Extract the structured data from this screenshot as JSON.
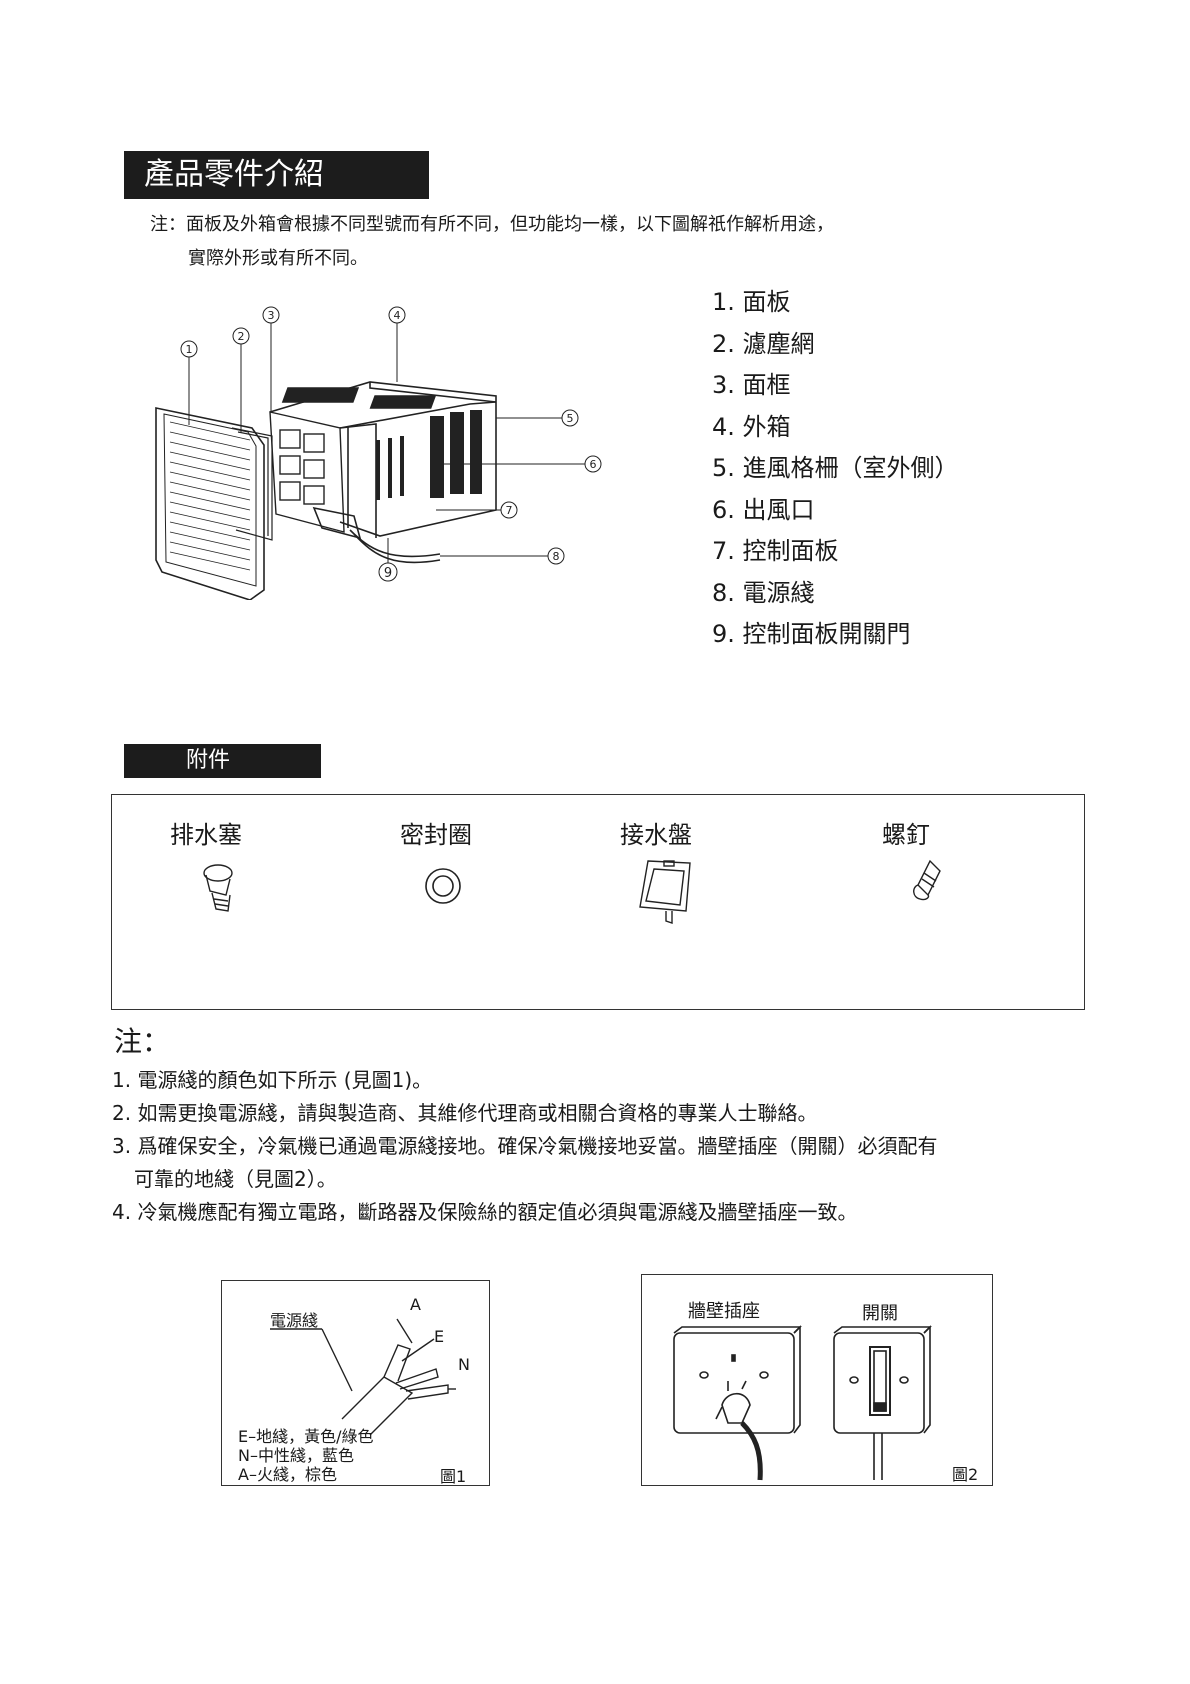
{
  "section1": {
    "title": "產品零件介紹",
    "note_line1": "注：面板及外箱會根據不同型號而有所不同，但功能均一樣，以下圖解祇作解析用途，",
    "note_line2": "實際外形或有所不同。"
  },
  "callouts": [
    "1",
    "2",
    "3",
    "4",
    "5",
    "6",
    "7",
    "8",
    "9"
  ],
  "parts": [
    "1. 面板",
    "2. 濾塵網",
    "3. 面框",
    "4. 外箱",
    "5. 進風格柵（室外側）",
    "6. 出風口",
    "7. 控制面板",
    "8. 電源綫",
    "9. 控制面板開關門"
  ],
  "section2": {
    "title": "附件",
    "accessories": [
      "排水塞",
      "密封圈",
      "接水盤",
      "螺釘"
    ]
  },
  "notes": {
    "heading": "注：",
    "items": [
      "1. 電源綫的顏色如下所示 (見圖1)。",
      "2. 如需更換電源綫，請與製造商、其維修代理商或相關合資格的專業人士聯絡。",
      "3. 爲確保安全，冷氣機已通過電源綫接地。確保冷氣機接地妥當。牆壁插座（開關）必須配有",
      "可靠的地綫（見圖2）。",
      "4. 冷氣機應配有獨立電路，斷路器及保險絲的額定值必須與電源綫及牆壁插座一致。"
    ]
  },
  "figure1": {
    "cord_label": "電源綫",
    "wire_labels": [
      "A",
      "E",
      "N"
    ],
    "legend": [
      "E–地綫，黃色/綠色",
      "N–中性綫，藍色",
      "A–火綫，棕色"
    ],
    "caption": "圖1"
  },
  "figure2": {
    "socket_label": "牆壁插座",
    "switch_label": "開關",
    "caption": "圖2"
  }
}
